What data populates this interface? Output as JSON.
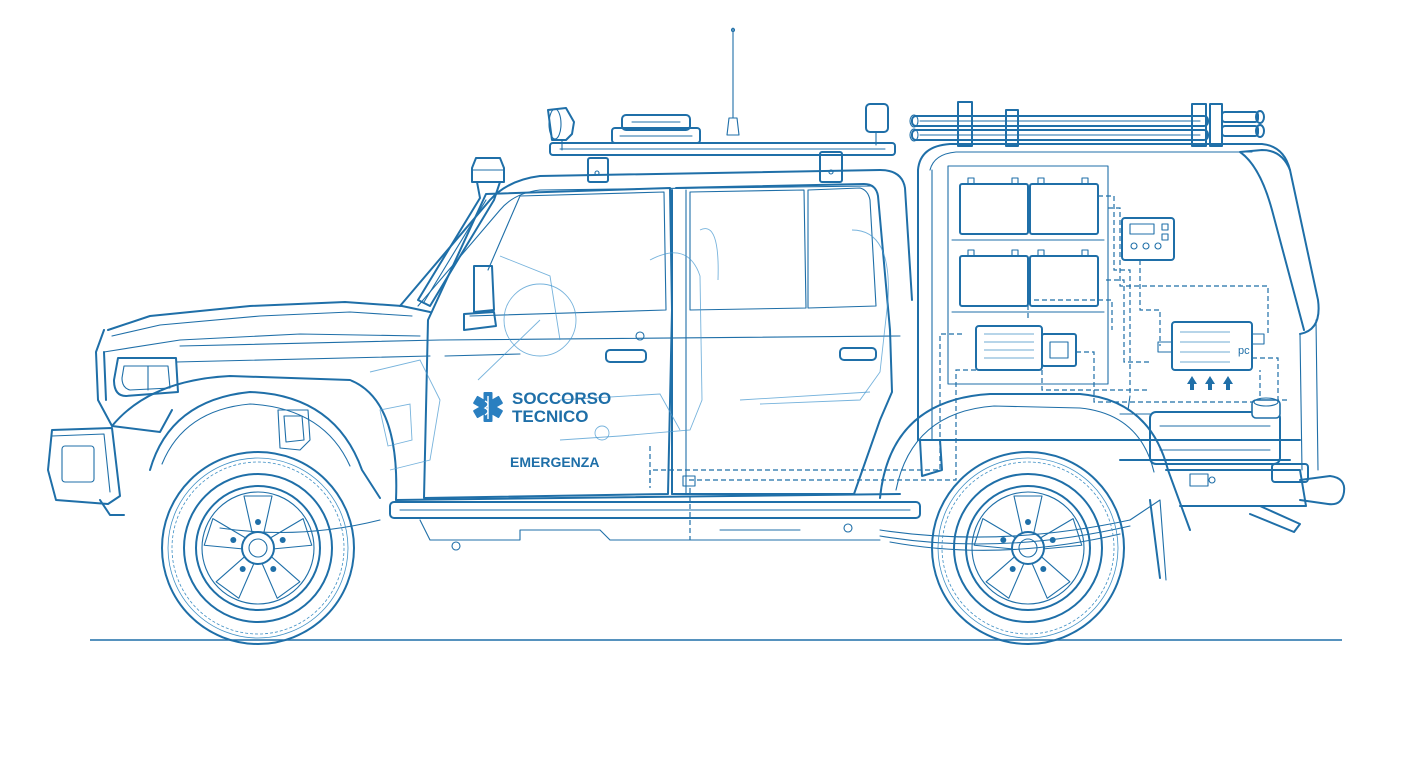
{
  "vehicle": {
    "logo_line1": "SOCCORSO",
    "logo_line2": "TECNICO",
    "door_label": "EMERGENZA",
    "inverter_mark": "pc"
  },
  "colors": {
    "line": "#1f6fa8",
    "background": "#ffffff"
  },
  "icons": {
    "emblem": "star-of-life-icon",
    "arrows": "arrow-up-icon"
  }
}
